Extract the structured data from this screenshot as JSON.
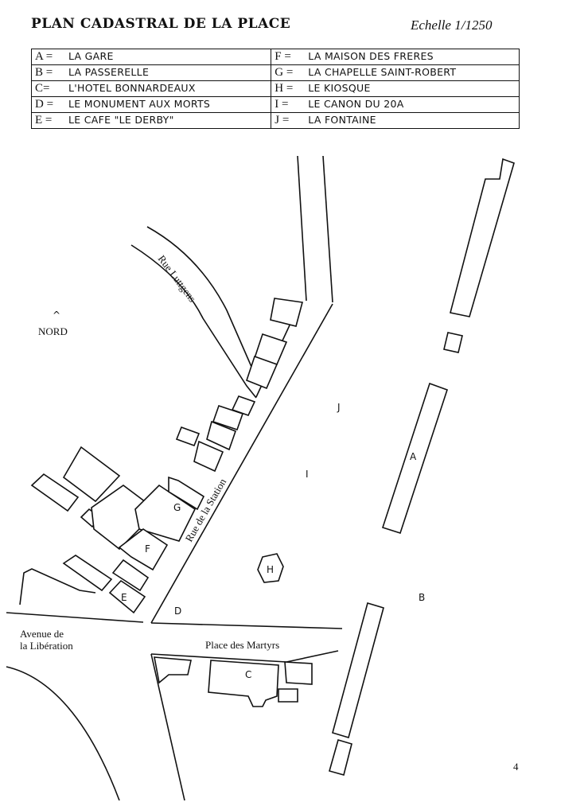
{
  "title": "PLAN CADASTRAL DE LA PLACE",
  "scale": "Echelle 1/1250",
  "legend": {
    "left": [
      {
        "key": "A =",
        "value": "LA GARE"
      },
      {
        "key": "B =",
        "value": "LA PASSERELLE"
      },
      {
        "key": "C=",
        "value": "L'HOTEL BONNARDEAUX"
      },
      {
        "key": "D =",
        "value": "LE MONUMENT AUX MORTS"
      },
      {
        "key": "E =",
        "value": "LE CAFE \"LE DERBY\""
      }
    ],
    "right": [
      {
        "key": "F =",
        "value": "LA MAISON DES FRERES"
      },
      {
        "key": "G =",
        "value": "LA CHAPELLE SAINT-ROBERT"
      },
      {
        "key": "H =",
        "value": "LE KIOSQUE"
      },
      {
        "key": "I =",
        "value": "LE CANON DU 20A"
      },
      {
        "key": "J =",
        "value": "LA FONTAINE"
      }
    ]
  },
  "map": {
    "north_label": "NORD",
    "streets": {
      "rue_luttgens": "Rue Luttgens",
      "rue_station": "Rue de la Station",
      "avenue_line1": "Avenue de",
      "avenue_line2": "la Libération",
      "place": "Place des Martyrs"
    },
    "markers": {
      "A": "A",
      "B": "B",
      "C": "C",
      "D": "D",
      "E": "E",
      "F": "F",
      "G": "G",
      "H": "H",
      "I": "I",
      "J": "J"
    },
    "page_number": "4"
  }
}
